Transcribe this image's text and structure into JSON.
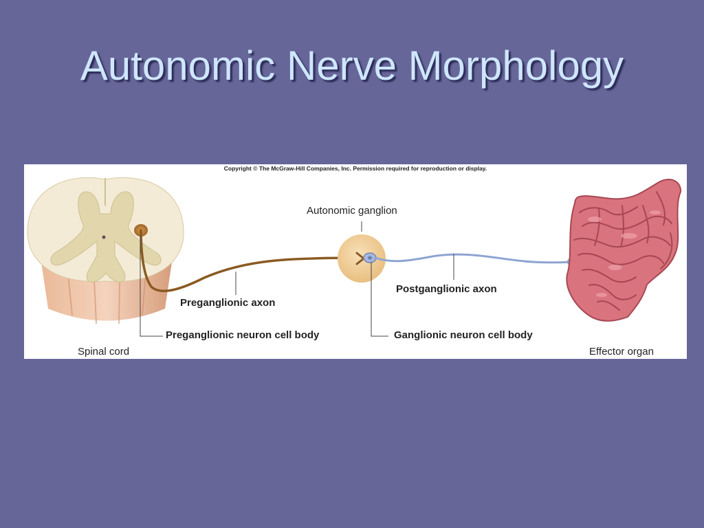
{
  "slide": {
    "title": "Autonomic Nerve Morphology"
  },
  "figure": {
    "copyright": "Copyright © The McGraw-Hill Companies, Inc. Permission required for reproduction or display.",
    "labels": {
      "autonomic_ganglion": "Autonomic ganglion",
      "preganglionic_axon": "Preganglionic axon",
      "preganglionic_cell_body": "Preganglionic neuron cell body",
      "postganglionic_axon": "Postganglionic axon",
      "ganglionic_cell_body": "Ganglionic neuron cell body",
      "spinal_cord": "Spinal cord",
      "effector_organ": "Effector organ"
    },
    "colors": {
      "preganglionic_axon": "#8a5a22",
      "postganglionic_axon": "#8ea4d2",
      "ganglion": "#f1cf98",
      "gray_matter": "#e2d6ac",
      "white_matter": "#f3ebd6",
      "intestine": "#d9737e"
    }
  }
}
